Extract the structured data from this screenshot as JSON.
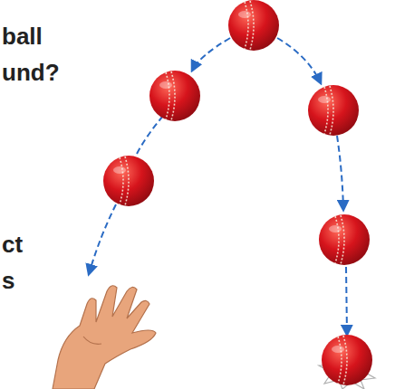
{
  "diagram": {
    "labels": [
      "ball",
      "und?",
      "ct",
      "s"
    ]
  }
}
